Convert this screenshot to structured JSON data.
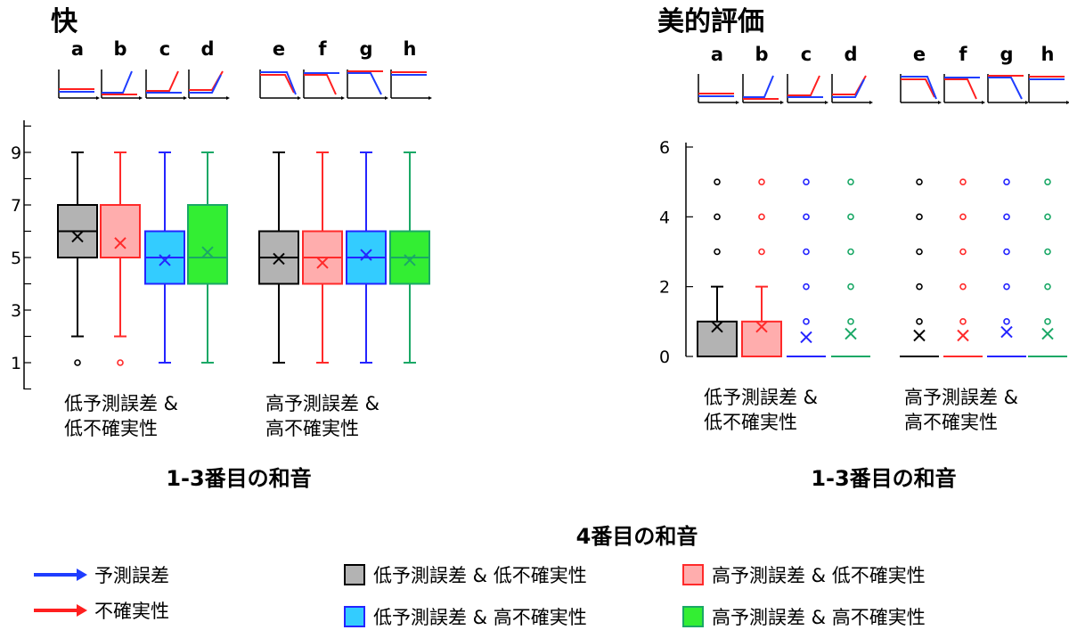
{
  "colors": {
    "gray": {
      "fill": "#b3b3b3",
      "stroke": "#000000",
      "mark": "#000000"
    },
    "pink": {
      "fill": "#ffadad",
      "stroke": "#ff2a2a",
      "mark": "#ff2a2a"
    },
    "cyan": {
      "fill": "#33ccff",
      "stroke": "#2424ff",
      "mark": "#2424ff"
    },
    "green": {
      "fill": "#33ee33",
      "stroke": "#1aa866",
      "mark": "#1aa866"
    },
    "arrow_blue": "#1f3dff",
    "arrow_red": "#ff1f1f"
  },
  "chart_data": [
    {
      "type": "box",
      "title": "快",
      "subplot_labels": [
        "a",
        "b",
        "c",
        "d",
        "e",
        "f",
        "g",
        "h"
      ],
      "xlabel": "1-3番目の和音",
      "group_labels": [
        [
          "低予測誤差 &",
          "低不確実性"
        ],
        [
          "高予測誤差 &",
          "高不確実性"
        ]
      ],
      "ylim": [
        0,
        10
      ],
      "yticks": [
        1,
        3,
        5,
        7,
        9
      ],
      "boxes": [
        {
          "subplot": "a",
          "color": "gray",
          "min": 2,
          "q1": 5,
          "median": 6,
          "q3": 7,
          "max": 9,
          "mean": 5.8,
          "outliers": [
            1
          ]
        },
        {
          "subplot": "b",
          "color": "pink",
          "min": 2,
          "q1": 5,
          "median": 5,
          "q3": 7,
          "max": 9,
          "mean": 5.55,
          "outliers": [
            1
          ]
        },
        {
          "subplot": "c",
          "color": "cyan",
          "min": 1,
          "q1": 4,
          "median": 5,
          "q3": 6,
          "max": 9,
          "mean": 4.9,
          "outliers": []
        },
        {
          "subplot": "d",
          "color": "green",
          "min": 1,
          "q1": 4,
          "median": 5,
          "q3": 7,
          "max": 9,
          "mean": 5.2,
          "outliers": []
        },
        {
          "subplot": "e",
          "color": "gray",
          "min": 1,
          "q1": 4,
          "median": 5,
          "q3": 6,
          "max": 9,
          "mean": 4.95,
          "outliers": []
        },
        {
          "subplot": "f",
          "color": "pink",
          "min": 1,
          "q1": 4,
          "median": 5,
          "q3": 6,
          "max": 9,
          "mean": 4.8,
          "outliers": []
        },
        {
          "subplot": "g",
          "color": "cyan",
          "min": 1,
          "q1": 4,
          "median": 5,
          "q3": 6,
          "max": 9,
          "mean": 5.1,
          "outliers": []
        },
        {
          "subplot": "h",
          "color": "green",
          "min": 1,
          "q1": 4,
          "median": 5,
          "q3": 6,
          "max": 9,
          "mean": 4.9,
          "outliers": []
        }
      ]
    },
    {
      "type": "box",
      "title": "美的評価",
      "subplot_labels": [
        "a",
        "b",
        "c",
        "d",
        "e",
        "f",
        "g",
        "h"
      ],
      "xlabel": "1-3番目の和音",
      "group_labels": [
        [
          "低予測誤差 &",
          "低不確実性"
        ],
        [
          "高予測誤差 &",
          "高不確実性"
        ]
      ],
      "ylim": [
        0,
        6
      ],
      "yticks": [
        0,
        2,
        4,
        6
      ],
      "boxes": [
        {
          "subplot": "a",
          "color": "gray",
          "min": 0,
          "q1": 0,
          "median": 0,
          "q3": 1,
          "max": 2,
          "mean": 0.85,
          "outliers": [
            3,
            4,
            5
          ]
        },
        {
          "subplot": "b",
          "color": "pink",
          "min": 0,
          "q1": 0,
          "median": 0,
          "q3": 1,
          "max": 2,
          "mean": 0.85,
          "outliers": [
            3,
            4,
            5
          ]
        },
        {
          "subplot": "c",
          "color": "cyan",
          "min": 0,
          "q1": 0,
          "median": 0,
          "q3": 0,
          "max": 0,
          "mean": 0.55,
          "outliers": [
            1,
            2,
            3,
            4,
            5
          ]
        },
        {
          "subplot": "d",
          "color": "green",
          "min": 0,
          "q1": 0,
          "median": 0,
          "q3": 0,
          "max": 0,
          "mean": 0.65,
          "outliers": [
            1,
            2,
            3,
            4,
            5
          ]
        },
        {
          "subplot": "e",
          "color": "gray",
          "min": 0,
          "q1": 0,
          "median": 0,
          "q3": 0,
          "max": 0,
          "mean": 0.6,
          "outliers": [
            1,
            2,
            3,
            4,
            5
          ]
        },
        {
          "subplot": "f",
          "color": "pink",
          "min": 0,
          "q1": 0,
          "median": 0,
          "q3": 0,
          "max": 0,
          "mean": 0.6,
          "outliers": [
            1,
            2,
            3,
            4,
            5
          ]
        },
        {
          "subplot": "g",
          "color": "cyan",
          "min": 0,
          "q1": 0,
          "median": 0,
          "q3": 0,
          "max": 0,
          "mean": 0.7,
          "outliers": [
            1,
            2,
            3,
            4,
            5
          ]
        },
        {
          "subplot": "h",
          "color": "green",
          "min": 0,
          "q1": 0,
          "median": 0,
          "q3": 0,
          "max": 0,
          "mean": 0.65,
          "outliers": [
            1,
            2,
            3,
            4,
            5
          ]
        }
      ]
    }
  ],
  "legend": {
    "title": "4番目の和音",
    "arrows": [
      {
        "label": "予測誤差",
        "color": "blue"
      },
      {
        "label": "不確実性",
        "color": "red"
      }
    ],
    "items": [
      {
        "color": "gray",
        "label": "低予測誤差 & 低不確実性"
      },
      {
        "color": "pink",
        "label": "高予測誤差 & 低不確実性"
      },
      {
        "color": "cyan",
        "label": "低予測誤差 & 高不確実性"
      },
      {
        "color": "green",
        "label": "高予測誤差 & 高不確実性"
      }
    ]
  }
}
